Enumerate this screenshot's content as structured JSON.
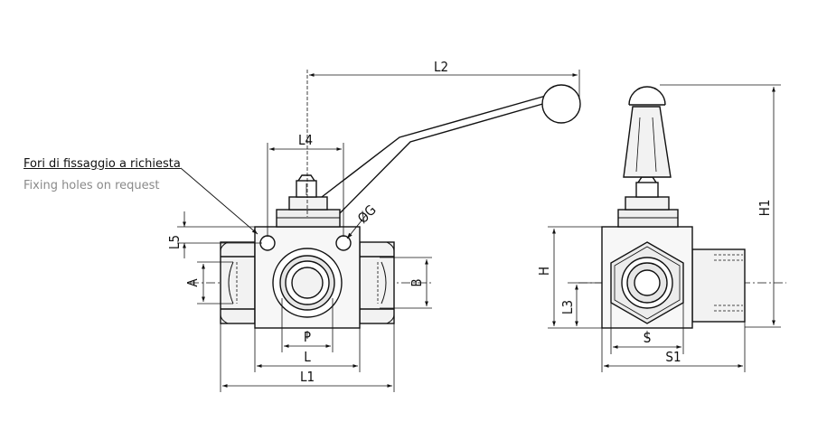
{
  "notes": {
    "italian": "Fori di fissaggio a richiesta",
    "english": "Fixing holes on request"
  },
  "dimensions": {
    "L2": "L2",
    "L4": "L4",
    "G": "ØG",
    "L5": "L5",
    "A": "A",
    "B": "B",
    "P": "P",
    "L": "L",
    "L1": "L1",
    "H1": "H1",
    "H": "H",
    "L3": "L3",
    "S": "S",
    "S1": "S1"
  },
  "colors": {
    "line": "#111111",
    "fill": "#f2f2f2",
    "shade": "#d9d9d9",
    "note_gray": "#8a8a8a"
  }
}
